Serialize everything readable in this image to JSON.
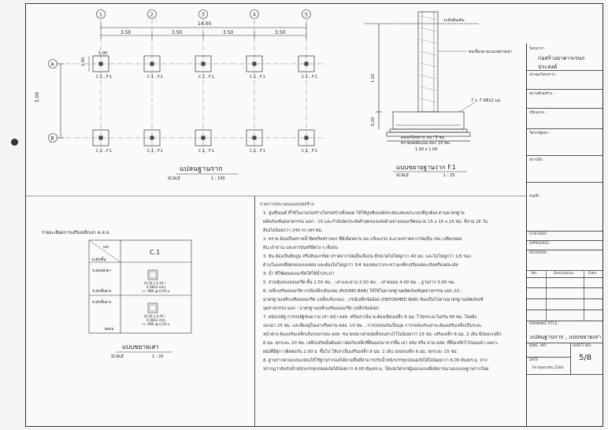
{
  "grid": {
    "cols": [
      "1",
      "2",
      "3",
      "4",
      "5"
    ],
    "rows": [
      "A",
      "B"
    ],
    "spans": [
      "3.50",
      "3.50",
      "3.50",
      "3.50"
    ],
    "total": "14.00",
    "row_span": "5.00",
    "pier": "1.00",
    "labels_row_a": [
      "C.1 , F.1",
      "C.1 , F.1",
      "C.1 , F.1",
      "C.1 , F.1",
      "C.1 , F.1"
    ],
    "labels_row_b": [
      "C.1 , F.1",
      "C.1 , F.1",
      "C.1 , F.1",
      "C.1 , F.1",
      "C.1 , F.1"
    ]
  },
  "plan": {
    "title": "แปลนฐานราก",
    "scale_label": "SCALE",
    "scale": "1 : 100"
  },
  "footing": {
    "top_label": "ระดับดินเดิม",
    "dim_1": "1.20",
    "dim_2": "0.20",
    "col_label": "ต่อเนื่องตามแบบขยายเสา",
    "rebar": "7 + 7 DB12 มม.",
    "lean": "คอนกรีตหยาบ หนา 5 ซม.",
    "sand": "ทรายบดอัดแน่น หนา 10 ซม.",
    "size": "1.00 x 1.00",
    "title": "แบบขยายฐานราก F.1",
    "scale_label": "SCALE",
    "scale": "1 : 25"
  },
  "column_table": {
    "title": "รายละเอียดการเสริมเหล็กเสา ค.ส.ล.",
    "h_col": "เสา",
    "h_level": "ระดับชั้น",
    "col_id": "C.1",
    "r1": "ระดับหลังคา",
    "r2": "ระดับชั้นล่าง",
    "r3": "ระดับชั้นล่าง",
    "r4": "ตอม่อ",
    "spec": [
      "(0.20 x 0.20 )",
      "4 DB12 mm.",
      "ป - RB6  @ 0.20 ม."
    ],
    "title2": "แบบขยายเสา",
    "scale_label": "SCALE",
    "scale": "1 : 20"
  },
  "notes": {
    "heading": "รายการประกอบแบบก่อสร้าง",
    "items": [
      "1. ปูนซีเมนต์  ที่ใช้ในงานก่อสร้างโครงสร้างทั้งหมด      ให้ใช้ปูนซีเมนต์ประจัดแสดงประกอบที่ถูกต้อง  ตามมาตรฐาน",
      "ผลิตภัณฑ์อุตสาหกรรม มอก : 15  และกำลังอัดประลัยต่ำสุดของแท่งตัวอย่างคอนกรีตขนาด 15 x 15 x 15 ซม. ที่อายุ 28 วัน",
      "ต้องไม่น้อยกว่า  240 กก./ตร.ซม.",
      "2. ทราย ต้องเป็นทรายน้ำจืดหรือทรายบก ที่มีเม็ดหยาบ คม แข็งแกร่ง สะอาดปราศจากวัสดุอื่น เช่น  เปลือกหอย",
      "ดิน เถ้าถ่าน และสารอินทรีย์ต่าง ๆ เจือปน",
      "3. หิน ต้องเป็นหินปูน หรือหินแกรนิต ปราศจากวัสดุอื่นเจือปน มีขนาดไม่ใหญ่กว่า 40 มม. และไม่ใหญ่กว่า 1/5 ของ",
      "ด้านในแคบที่สุดของแบบหล่อ และต้องไม่ใหญ่กว่า 3/4 ของช่องว่างระหว่างเหล็กเสริมแต่ละเส้นหรือแต่ละมัด",
      "4. น้ำ ที่ใช้ผสมคอนกรีตให้ใช้น้ำประปา",
      "5. ส่วนหุ้มของคอนกรีต  พื้น 1.50 ซม. , เสาและคาน 2.50 ซม. , เสาตอม่อ 4.00 ซม. , ฐานราก 5.00 ซม.",
      "6. เหล็กเสริมคอนกรีต  กรณีเหล็กเส้นกลม (ROUND BAR) ให้ใช้ในมาตรฐานผลิตภัณฑ์อุตสาหกรรม มอก.20 :",
      "มาตรฐานเหล็กเสริมคอนกรีต (เหล็กเส้นกลม) , กรณีเหล็กข้ออ้อย (DEFORMED BAR)  ต้องเป็นไปตามมาตรฐานผลิตภัณฑ์",
      "อุตสาหกรรม มอก : มาตรฐานเหล็กเสริมคอนกรีต (เหล็กข้ออ้อย)",
      "7. ผนังก่ออิฐ การก่ออิฐชนความ เสา หน้า คสล. หรือเสาเอ็น จะต้องเสียบเหล็ก 6 มม. ไว้ทุกระยะไม่เกิน 40 ซม. โดยฝัง",
      "ออกมา 25 ซม. และยึดอยู่ในเสาหรือคาน คสล. 10 ซม. , การก่อชนกันเป็นมุม การก่อชนกับเสาจะต้องเสริมเหล็กเป็นระยะ",
      "หน้าต่าง ต้องเสริมเหล็กเส้นรอบกรอบ คสล. ขนาดหนาเท่าผนังทั้งบนล่างไว้ไม่น้อยกว่า 15 ซม. เสริมเหล็ก 6 มม. 2 เส้น มีปลอกเหล็ก",
      "6 มม. ทุกระยะ 20 ซม. เหล็กเสริมนั้นต้องยาวต่อกับเหล็กที่ยื่นออกมาจากพื้น เสา หนัง หรือ คาน คสล. ที่ยื่นเหล็กไว้ก่อนแล้ว เฉพาะ",
      "ผนังที่มีฐูกาวติดต่อกัน 2.00 ม. ขึ้นไป ให้เสาเอ็นเสริมเหล็ก 9 มม. 2 เส้น ปลอกเหล็ก 6 มม. ทุกระยะ 15 ซม.",
      "8. ฐานรากตามแบบแปลนให้ใช้ฐานรากแผ่ได้ตามพื้นที่สามารถรับน้ำหนักบรรทุกปลอดภัยได้ไม่น้อยกว่า 6.00 ตัน/ตร.ม. หาก",
      "ปรากฏว่าดินรับน้ำหนักบรรทุกปลอดภัยได้น้อยกว่า 6.00 ตัน/ตร.ม. ให้แจ้งวิศวกรผู้ออกแบบเพื่อพิจารณาออกแบบฐานรากใหม่"
    ]
  },
  "title_block": {
    "project_label": "โครงการ :",
    "project": "ก่อสร้างอาคารเรนกประสงค์",
    "owner": "เจ้าของโครงการ :",
    "site": "สถานที่ก่อสร้าง :",
    "designer": "เขียนแบบ :",
    "engineer": "วิศวกรผู้ออก :",
    "arch": "สถาปนิก :",
    "approve": "อนุมัติ :",
    "checked": "CHECKED :",
    "approved": "APPROVED :",
    "revision": "REVISION :",
    "rev_h": [
      "No.",
      "Description",
      "Date"
    ],
    "drawing_title_label": "DRAWING TITLE :",
    "drawing_title": "แปลนฐานราก , แบบขยายเสา",
    "dwg_no": "DWG. NO.",
    "sheet_no": "SHEET NO.",
    "date_label": "DATE",
    "date": "19 พฤษภาคม 2564",
    "sheet": "5/8"
  }
}
